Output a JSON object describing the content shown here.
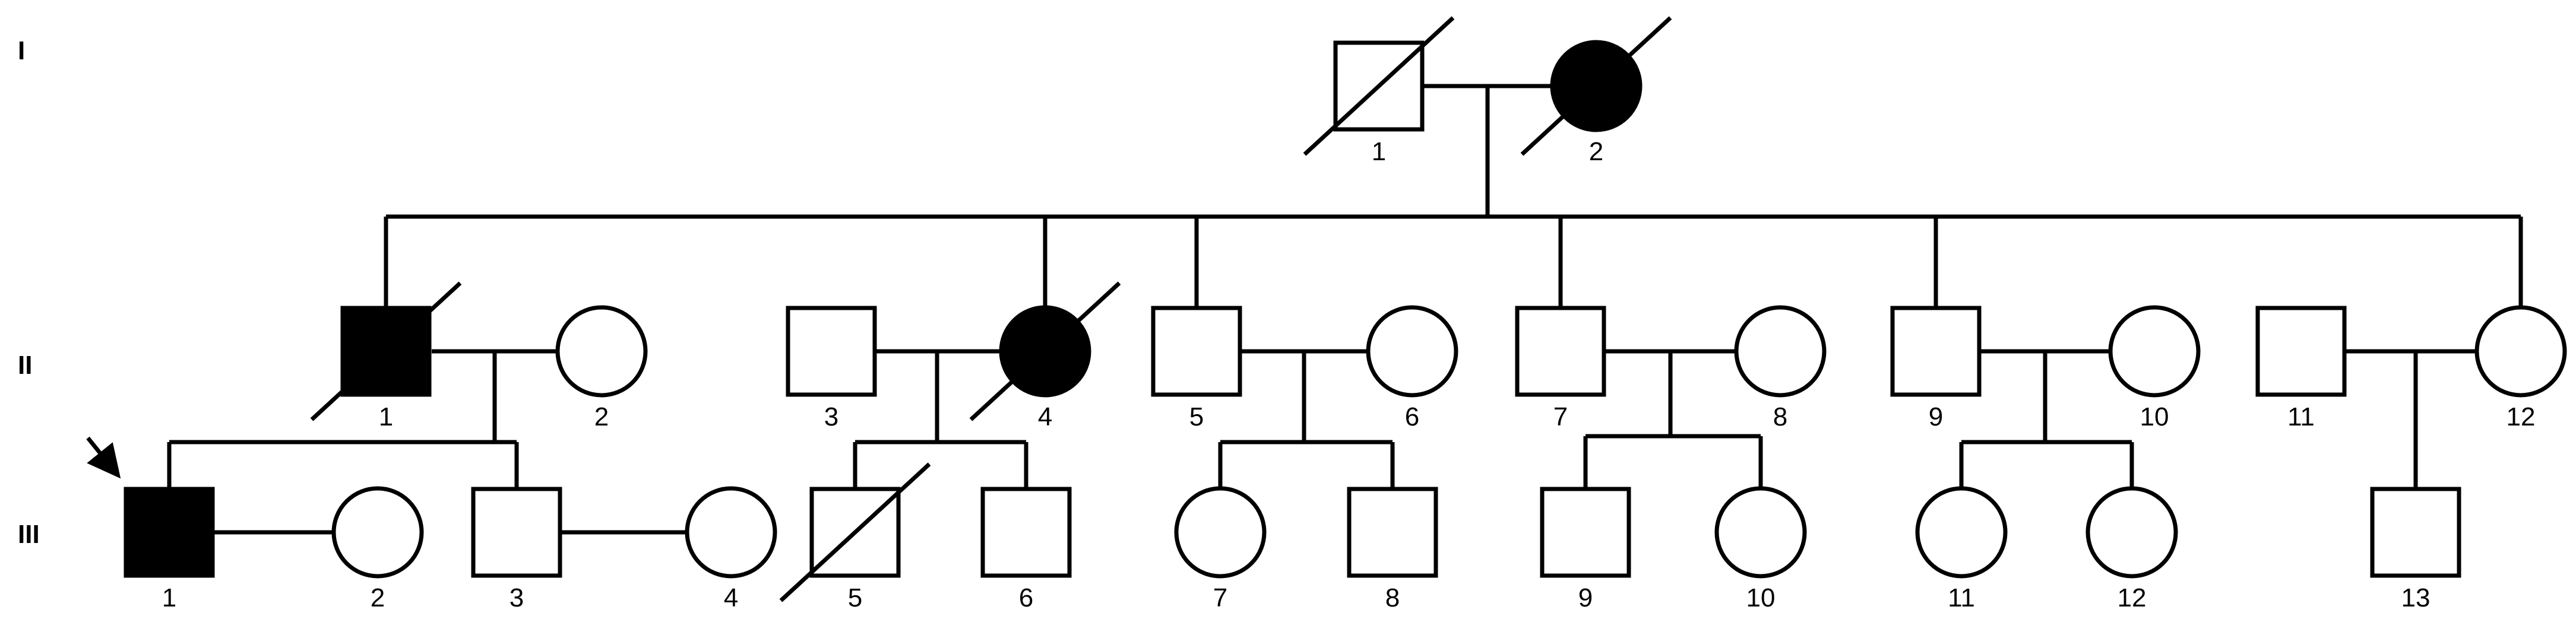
{
  "generations": [
    {
      "label": "I"
    },
    {
      "label": "II"
    },
    {
      "label": "III"
    }
  ],
  "individuals": {
    "I-1": {
      "label": "1",
      "sex": "male",
      "affected": false,
      "deceased": true
    },
    "I-2": {
      "label": "2",
      "sex": "female",
      "affected": true,
      "deceased": true
    },
    "II-1": {
      "label": "1",
      "sex": "male",
      "affected": true,
      "deceased": true
    },
    "II-2": {
      "label": "2",
      "sex": "female",
      "affected": false,
      "deceased": false
    },
    "II-3": {
      "label": "3",
      "sex": "male",
      "affected": false,
      "deceased": false
    },
    "II-4": {
      "label": "4",
      "sex": "female",
      "affected": true,
      "deceased": true
    },
    "II-5": {
      "label": "5",
      "sex": "male",
      "affected": false,
      "deceased": false
    },
    "II-6": {
      "label": "6",
      "sex": "female",
      "affected": false,
      "deceased": false
    },
    "II-7": {
      "label": "7",
      "sex": "male",
      "affected": false,
      "deceased": false
    },
    "II-8": {
      "label": "8",
      "sex": "female",
      "affected": false,
      "deceased": false
    },
    "II-9": {
      "label": "9",
      "sex": "male",
      "affected": false,
      "deceased": false
    },
    "II-10": {
      "label": "10",
      "sex": "female",
      "affected": false,
      "deceased": false
    },
    "II-11": {
      "label": "11",
      "sex": "male",
      "affected": false,
      "deceased": false
    },
    "II-12": {
      "label": "12",
      "sex": "female",
      "affected": false,
      "deceased": false
    },
    "III-1": {
      "label": "1",
      "sex": "male",
      "affected": true,
      "deceased": false,
      "proband": true
    },
    "III-2": {
      "label": "2",
      "sex": "female",
      "affected": false,
      "deceased": false
    },
    "III-3": {
      "label": "3",
      "sex": "male",
      "affected": false,
      "deceased": false
    },
    "III-4": {
      "label": "4",
      "sex": "female",
      "affected": false,
      "deceased": false
    },
    "III-5": {
      "label": "5",
      "sex": "male",
      "affected": false,
      "deceased": true
    },
    "III-6": {
      "label": "6",
      "sex": "male",
      "affected": false,
      "deceased": false
    },
    "III-7": {
      "label": "7",
      "sex": "female",
      "affected": false,
      "deceased": false
    },
    "III-8": {
      "label": "8",
      "sex": "male",
      "affected": false,
      "deceased": false
    },
    "III-9": {
      "label": "9",
      "sex": "male",
      "affected": false,
      "deceased": false
    },
    "III-10": {
      "label": "10",
      "sex": "female",
      "affected": false,
      "deceased": false
    },
    "III-11": {
      "label": "11",
      "sex": "female",
      "affected": false,
      "deceased": false
    },
    "III-12": {
      "label": "12",
      "sex": "female",
      "affected": false,
      "deceased": false
    },
    "III-13": {
      "label": "13",
      "sex": "male",
      "affected": false,
      "deceased": false
    }
  },
  "colors": {
    "affected_fill": "#000000",
    "unaffected_fill": "#ffffff",
    "line": "#000000"
  }
}
